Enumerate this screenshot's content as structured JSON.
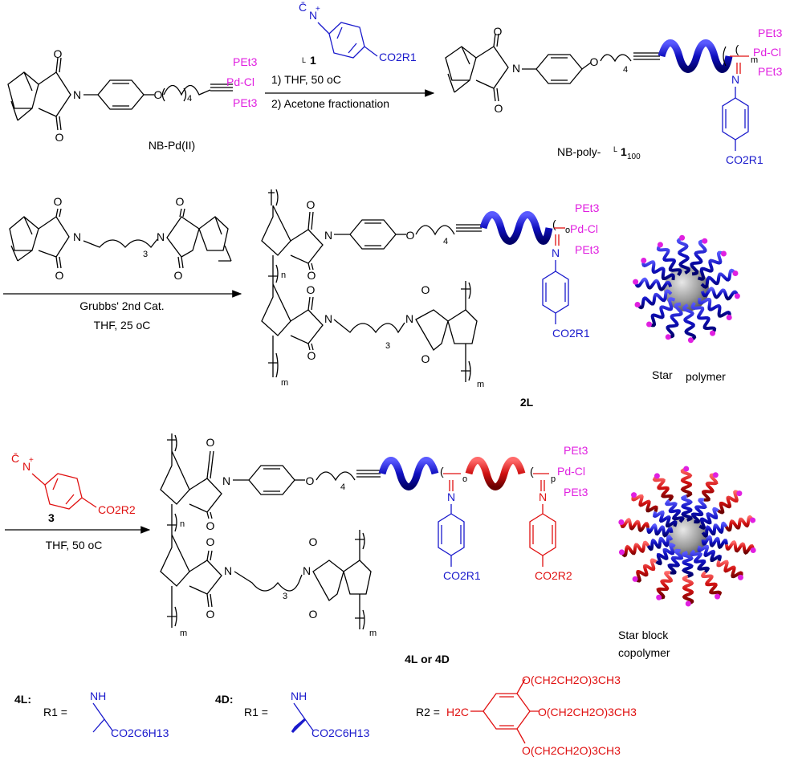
{
  "colors": {
    "black": "#000000",
    "blue": "#1a1acc",
    "red": "#e01010",
    "magenta": "#e020e0",
    "sphere": "#9a9a9a"
  },
  "pd_complex": {
    "pet3_top": "PEt3",
    "pd_cl": "Pd-Cl",
    "pet3_bottom": "PEt3"
  },
  "labels": {
    "monomer1_stereo": "L",
    "monomer1_num": "1",
    "nb_pd": "NB-Pd(II)",
    "nb_poly_prefix": "NB-poly-",
    "nb_poly_l": "L",
    "nb_poly_num": "1",
    "nb_poly_sub": "100",
    "label_2L": "2L",
    "label_4": "4L or 4D",
    "monomer3": "3",
    "star_polymer_1": "Star",
    "star_polymer_2": "polymer",
    "star_block_1": "Star block",
    "star_block_2": "copolymer"
  },
  "conditions": {
    "step1_a": "1)  THF, 50 oC",
    "step1_b": "2)  Acetone fractionation",
    "step2_a": "Grubbs' 2nd Cat.",
    "step2_b": "THF, 25 oC",
    "step3": "THF, 50 oC"
  },
  "substituents": {
    "r1": "CO2R1",
    "r2": "CO2R2",
    "r_4L": "4L:",
    "r_4D": "4D:",
    "r1_eq": "R1 =",
    "r2_eq": "R2 =",
    "nh": "NH",
    "ester": "CO2C6H13",
    "h2c": "H2C",
    "peg": "O(CH2CH2O)3CH3"
  },
  "subscripts": {
    "n": "n",
    "m": "m",
    "o": "o",
    "p": "p",
    "four": "4",
    "three": "3"
  }
}
